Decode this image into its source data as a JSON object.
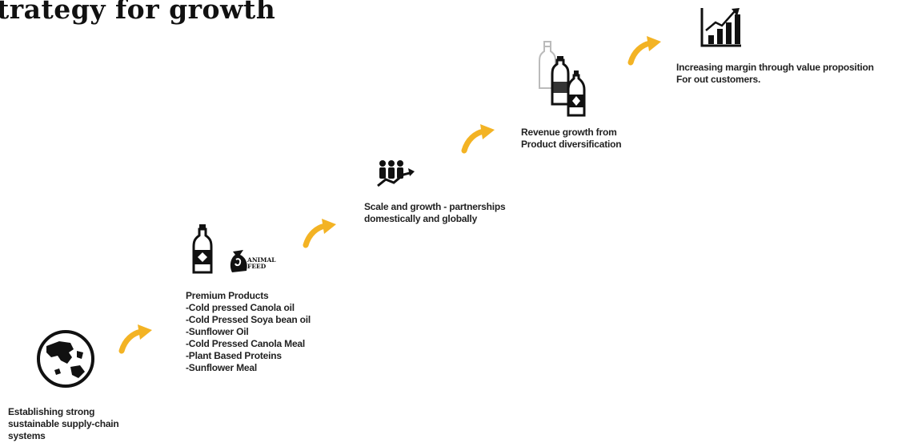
{
  "title": "trategy for growth",
  "steps": [
    {
      "lines": [
        "Establishing strong",
        "sustainable supply-chain",
        "systems"
      ]
    },
    {
      "lines": [
        "Premium Products",
        "-Cold pressed Canola oil",
        "-Cold Pressed Soya bean oil",
        "-Sunflower Oil",
        "-Cold Pressed Canola Meal",
        "-Plant Based Proteins",
        "-Sunflower Meal"
      ]
    },
    {
      "lines": [
        "Scale and growth - partnerships",
        "domestically and globally"
      ]
    },
    {
      "lines": [
        "Revenue growth from",
        "Product diversification"
      ]
    },
    {
      "lines": [
        "Increasing margin through value proposition",
        "For out customers."
      ]
    }
  ],
  "icons": {
    "globe": "globe-icon",
    "oil_bottle": "oil-bottle-icon",
    "feed_bag": "animal-feed-bag-icon",
    "feed_label": [
      "ANIMAL",
      "FEED"
    ],
    "partners": "people-growth-icon",
    "bottles": "bottles-icon",
    "chart": "bar-chart-growth-icon"
  },
  "colors": {
    "arrow": "#F3B324",
    "text": "#222222"
  }
}
